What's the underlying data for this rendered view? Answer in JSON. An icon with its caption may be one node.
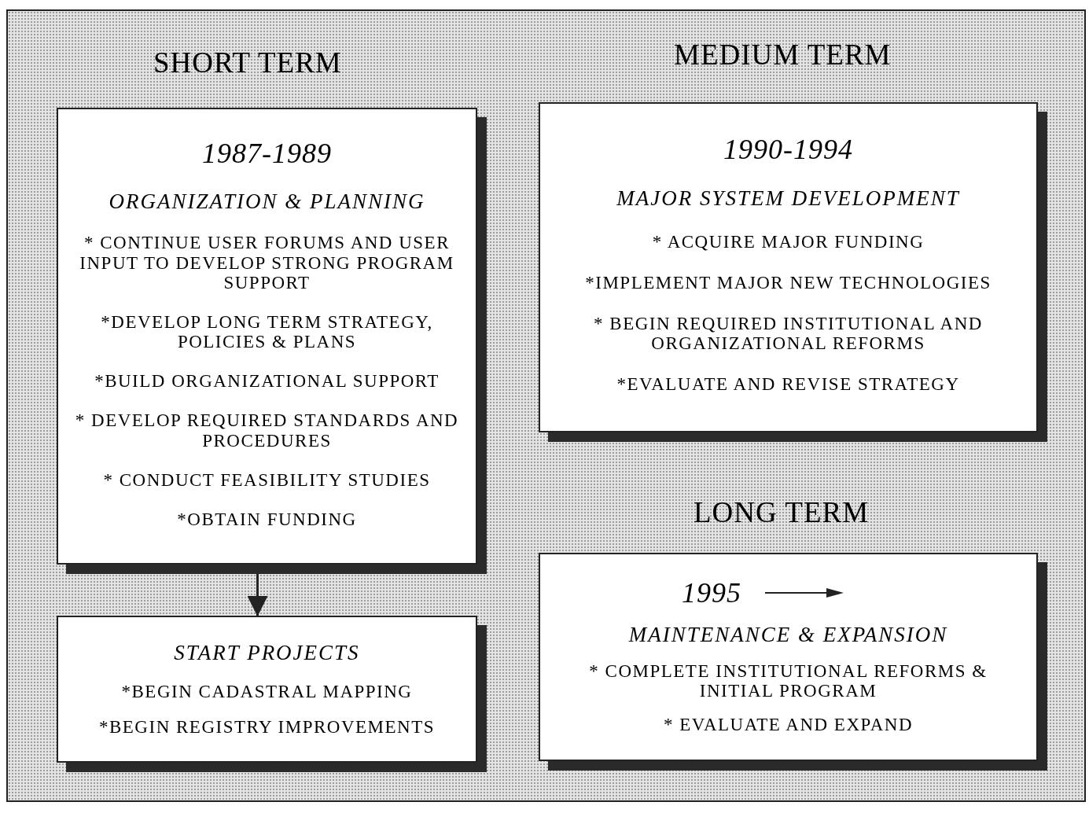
{
  "diagram": {
    "nodes": [
      {
        "text": [
          "1987-1989",
          "ORGANIZATION & PLANNING",
          "* CONTINUE USER FORUMS AND USER INPUT TO DEVELOP STRONG PROGRAM SUPPORT",
          "*DEVELOP LONG TERM STRATEGY, POLICIES & PLANS",
          "*BUILD ORGANIZATIONAL SUPPORT",
          "* DEVELOP REQUIRED STANDARDS AND PROCEDURES",
          "* CONDUCT FEASIBILITY STUDIES",
          "*OBTAIN FUNDING"
        ]
      },
      {
        "text": [
          "START PROJECTS",
          "*BEGIN CADASTRAL MAPPING",
          "*BEGIN REGISTRY IMPROVEMENTS"
        ]
      },
      {
        "text": [
          "1990-1994",
          "MAJOR SYSTEM DEVELOPMENT",
          "* ACQUIRE MAJOR FUNDING",
          "*IMPLEMENT MAJOR NEW TECHNOLOGIES",
          "* BEGIN REQUIRED INSTITUTIONAL AND ORGANIZATIONAL REFORMS",
          "*EVALUATE AND REVISE STRATEGY"
        ]
      },
      {
        "text": [
          "1995",
          "MAINTENANCE & EXPANSION",
          "* COMPLETE INSTITUTIONAL REFORMS & INITIAL PROGRAM",
          "* EVALUATE AND EXPAND"
        ]
      }
    ],
    "edges": [
      {
        "from": 0,
        "to": 1,
        "arrow": "to"
      }
    ],
    "labels": [
      "SHORT TERM",
      "MEDIUM TERM",
      "LONG TERM"
    ]
  }
}
